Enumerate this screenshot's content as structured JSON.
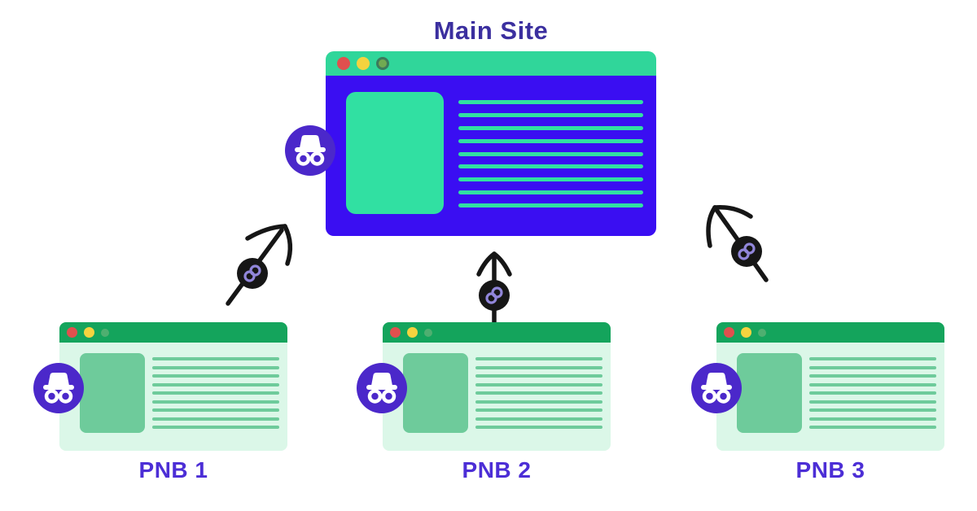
{
  "main_site": {
    "label": "Main Site",
    "text_line_count": 9,
    "label_color": "#3b2f9f"
  },
  "pnb": {
    "text_line_count": 9,
    "label_color": "#4c2ed6"
  },
  "pnb_sites": [
    {
      "label": "PNB 1"
    },
    {
      "label": "PNB 2"
    },
    {
      "label": "PNB 3"
    }
  ],
  "icons": {
    "badge": "incognito-icon",
    "arrow_disc": "link-icon",
    "traffic_lights": [
      "red",
      "yellow",
      "green"
    ]
  },
  "colors": {
    "main_window_header": "#30d69a",
    "main_window_body": "#3a0ef2",
    "main_window_content": "#31e0a2",
    "pnb_window_header": "#14a45c",
    "pnb_window_body": "#dbf7e8",
    "pnb_window_content": "#6ecb9b",
    "incognito_badge": "#4b28ca",
    "arrow": "#161616",
    "link_glyph": "#9186da"
  }
}
